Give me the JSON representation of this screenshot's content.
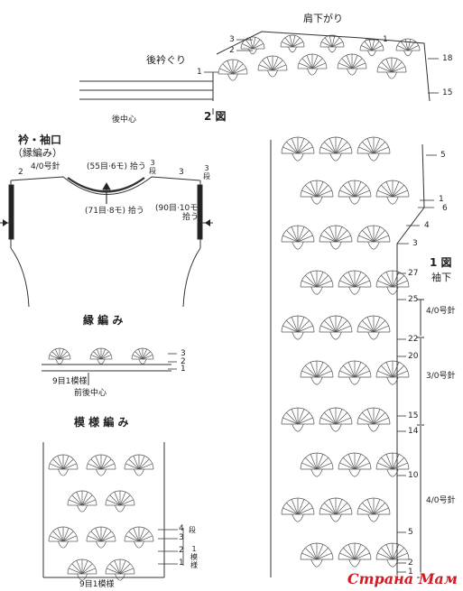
{
  "labels": {
    "shoulder_decrease": "肩下がり",
    "back_neckline": "後衿ぐり",
    "back_center": "後中心",
    "figure2": "2 図",
    "collar_title": "衿・袖口",
    "collar_sub": "（縁編み）",
    "collar_hook": "4/0号針",
    "collar_neck_count": "(55目·6モ) 拾う",
    "collar_neck_rows": "3 段",
    "collar_neck_count2": "(71目·8モ) 拾う",
    "collar_sleeve_count": "(90目·10モ)",
    "collar_sleeve_pick": "拾う",
    "collar_sleeve_rows": "3 段",
    "edging_title": "縁 編 み",
    "edging_repeat": "9目1模様",
    "edging_center": "前後中心",
    "pattern_title": "模 様 編 み",
    "pattern_rows_unit": "段",
    "pattern_repeat_vertical": "1 模様",
    "pattern_repeat": "9目1模様",
    "figure1": "1 図",
    "sleeve_decrease": "袖下",
    "hook_a": "4/0号針",
    "hook_b": "3/0号針",
    "hook_c": "4/0号針",
    "watermark": "Страна Мам"
  },
  "row_numbers": {
    "top_left": [
      "3",
      "2",
      "1"
    ],
    "top_right": [
      "1",
      "18",
      "15"
    ],
    "figure1": [
      "5",
      "1",
      "6",
      "4",
      "3",
      "27",
      "25",
      "22",
      "20",
      "15",
      "14",
      "10",
      "5",
      "2",
      "1"
    ],
    "collar_side": [
      "2",
      "3"
    ],
    "edging": [
      "3",
      "2",
      "1"
    ],
    "pattern": [
      "4",
      "3",
      "2",
      "1"
    ]
  }
}
